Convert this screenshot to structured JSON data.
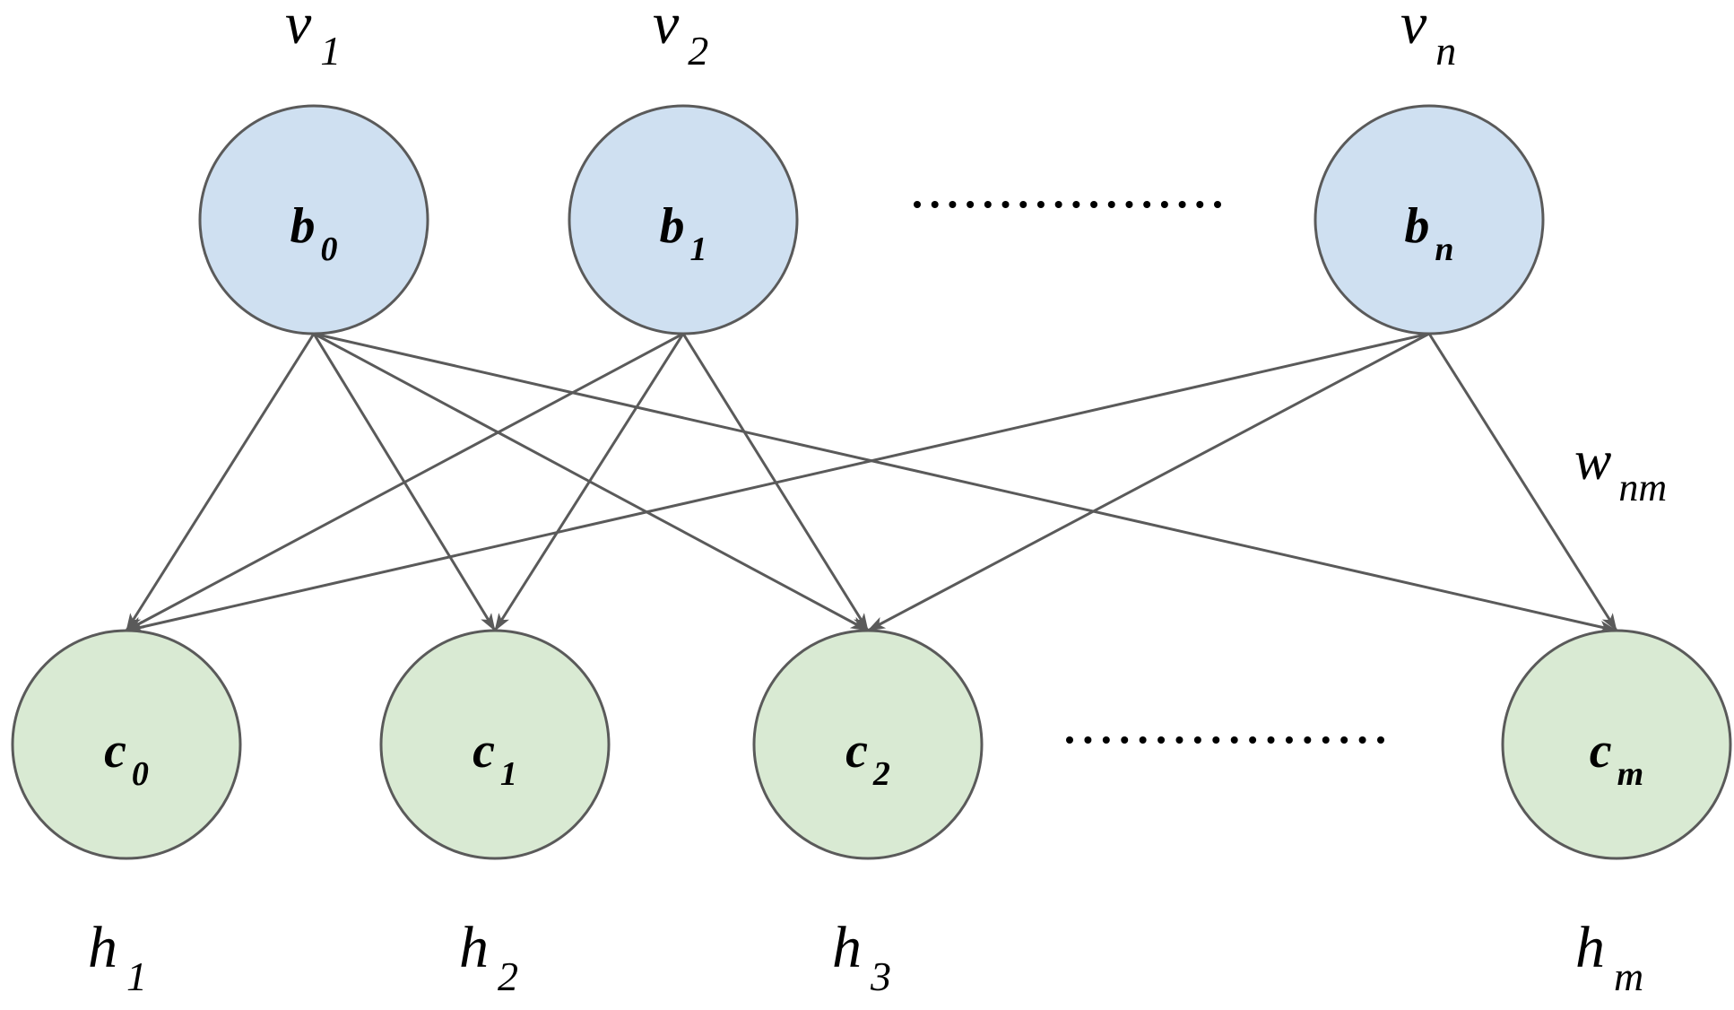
{
  "diagram": {
    "visible_layer": {
      "nodes": [
        {
          "id": "b0",
          "base": "b",
          "sub": "0",
          "var_base": "v",
          "var_sub": "1"
        },
        {
          "id": "b1",
          "base": "b",
          "sub": "1",
          "var_base": "v",
          "var_sub": "2"
        },
        {
          "id": "bn",
          "base": "b",
          "sub": "n",
          "var_base": "v",
          "var_sub": "n"
        }
      ],
      "fill": "#cfe0f1"
    },
    "hidden_layer": {
      "nodes": [
        {
          "id": "c0",
          "base": "c",
          "sub": "0",
          "var_base": "h",
          "var_sub": "1"
        },
        {
          "id": "c1",
          "base": "c",
          "sub": "1",
          "var_base": "h",
          "var_sub": "2"
        },
        {
          "id": "c2",
          "base": "c",
          "sub": "2",
          "var_base": "h",
          "var_sub": "3"
        },
        {
          "id": "cm",
          "base": "c",
          "sub": "m",
          "var_base": "h",
          "var_sub": "m"
        }
      ],
      "fill": "#d9ead3"
    },
    "edges": [
      {
        "from": "b0",
        "to": "c0"
      },
      {
        "from": "b0",
        "to": "c1"
      },
      {
        "from": "b0",
        "to": "c2"
      },
      {
        "from": "b0",
        "to": "cm"
      },
      {
        "from": "b1",
        "to": "c0"
      },
      {
        "from": "b1",
        "to": "c1"
      },
      {
        "from": "b1",
        "to": "c2"
      },
      {
        "from": "bn",
        "to": "c0"
      },
      {
        "from": "bn",
        "to": "c2"
      },
      {
        "from": "bn",
        "to": "cm"
      }
    ],
    "weight_label": {
      "base": "w",
      "sub": "nm"
    },
    "stroke_color": "#5a5a5a"
  }
}
